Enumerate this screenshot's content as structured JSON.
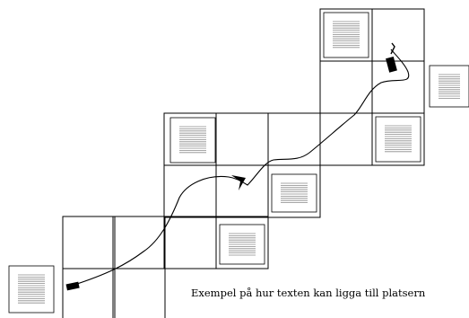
{
  "caption": "Exempel på hur texten kan ligga till platsern",
  "colors": {
    "ink": "#000000",
    "text_lines": "#8a8a8a",
    "background": "#ffffff"
  },
  "elements": {
    "grid_cell": "map-grid-square",
    "text_block": "placeholder-text-block",
    "route": "walking-route-line",
    "markers": [
      "start-marker-icon",
      "waypoint-marker-icon",
      "end-marker-icon"
    ]
  }
}
